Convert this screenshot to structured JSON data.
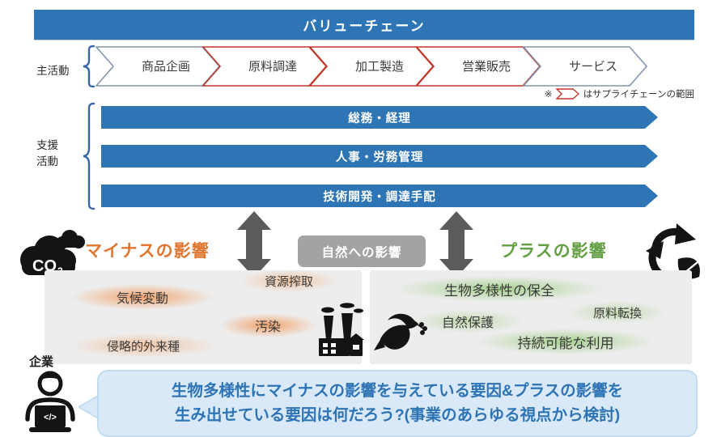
{
  "banner": {
    "title": "バリューチェーン"
  },
  "primary": {
    "label": "主活動",
    "steps": [
      {
        "label": "商品企画",
        "border": "#8496B0"
      },
      {
        "label": "原料調達",
        "border": "#C0392B"
      },
      {
        "label": "加工製造",
        "border": "#C0392B"
      },
      {
        "label": "営業販売",
        "border": "#C0392B"
      },
      {
        "label": "サービス",
        "border": "#8496B0"
      }
    ],
    "note_mark": "※",
    "note_text": "はサプライチェーンの範囲"
  },
  "support": {
    "label_line1": "支援",
    "label_line2": "活動",
    "bars": [
      "総務・経理",
      "人事・労務管理",
      "技術開発・調達手配"
    ]
  },
  "impact": {
    "center_label": "自然への影響",
    "negative": {
      "title": "マイナスの影響",
      "icon": "co2-cloud-icon",
      "co2_text": "CO",
      "co2_sub": "2",
      "items": [
        "気候変動",
        "資源搾取",
        "汚染",
        "侵略的外来種"
      ]
    },
    "positive": {
      "title": "プラスの影響",
      "icon": "recycle-leaf-icon",
      "items": [
        "生物多様性の保全",
        "自然保護",
        "原料転換",
        "持続可能な利用"
      ]
    }
  },
  "company": {
    "label": "企業",
    "speech_line1": "生物多様性にマイナスの影響を与えている要因&プラスの影響を",
    "speech_line2": "生み出せている要因は何だろう?(事業のあらゆる視点から検討)"
  },
  "colors": {
    "brand_blue": "#2E75B6",
    "supply_red": "#C0392B",
    "steel_blue": "#8496B0",
    "negative_orange": "#E0762F",
    "positive_green": "#62A043",
    "nature_gray": "#A3A3A3",
    "arrow_gray": "#5B5B5B",
    "bubble_blue": "#D9E9F7",
    "bubble_text": "#2E74B5"
  }
}
